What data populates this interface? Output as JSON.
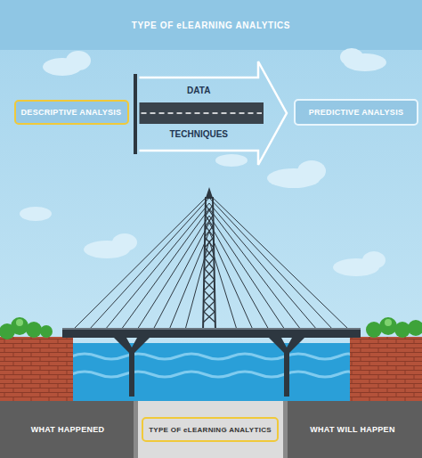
{
  "diagram": {
    "title": "TYPE OF eLEARNING ANALYTICS",
    "nodes": [
      {
        "text": [
          "DESCRIPTIVE ANALYSIS"
        ]
      },
      {
        "text": [
          "PREDICTIVE ANALYSIS"
        ]
      },
      {
        "text": [
          "WHAT HAPPENED"
        ]
      },
      {
        "text": [
          "TYPE OF eLEARNING ANALYTICS"
        ]
      },
      {
        "text": [
          "WHAT WILL HAPPEN"
        ]
      }
    ],
    "edges": [
      {
        "from": 0,
        "to": 1,
        "arrow": "to",
        "label": "DATA"
      }
    ],
    "labels": [
      "TECHNIQUES"
    ]
  }
}
